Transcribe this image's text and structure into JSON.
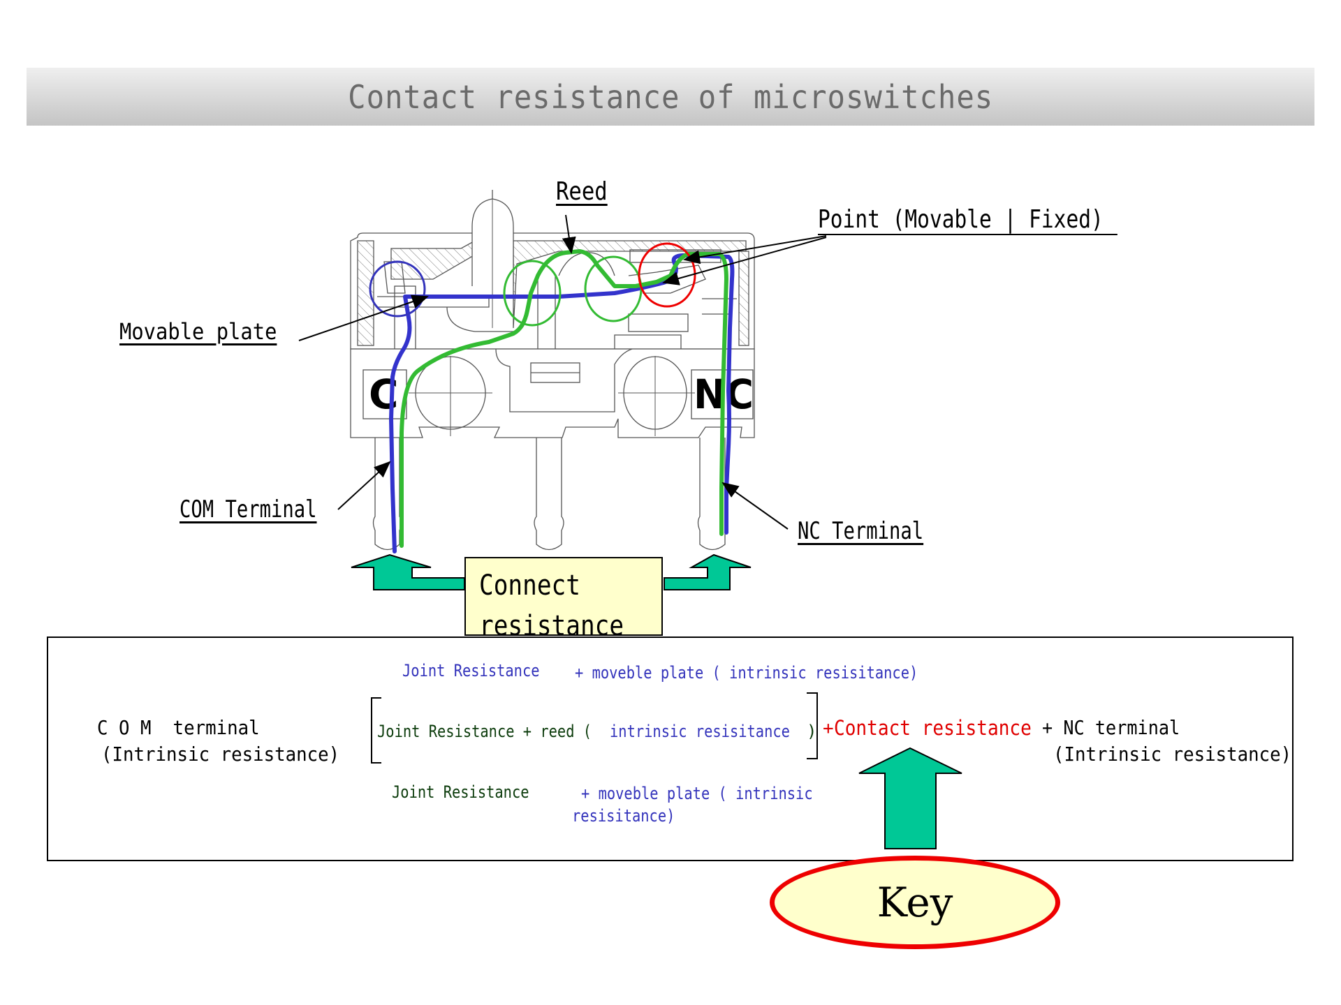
{
  "title": "Contact resistance of microswitches",
  "colors": {
    "title_bar_top": "#efefef",
    "title_bar_bottom": "#c4c4c4",
    "title_text": "#6a6a6a",
    "path_blue": "#3333cc",
    "path_green": "#33bb33",
    "highlight_red": "#ee0000",
    "arrow_fill": "#00c896",
    "box_fill": "#ffffcc",
    "formula_blue": "#3333bb",
    "formula_dark_green": "#0b3b0b",
    "formula_red": "#e00000"
  },
  "diagram": {
    "labels": {
      "reed": "Reed",
      "point": "Point (Movable | Fixed)",
      "movable_plate": "Movable plate",
      "com_terminal": "COM Terminal",
      "nc_terminal": "NC Terminal"
    },
    "terminal_marks": {
      "c": "C",
      "nc": "NC"
    },
    "connect_resistance": {
      "line1": "Connect",
      "line2": "resistance"
    }
  },
  "formula": {
    "com_terminal_line1": "C O M  terminal",
    "com_terminal_line2": "(Intrinsic resistance)",
    "top_joint": "Joint Resistance",
    "top_plus_plate": "+ moveble plate ( intrinsic resisitance)",
    "middle_joint": "Joint Resistance + reed (",
    "middle_intrinsic": "intrinsic resisitance",
    "middle_close": ")",
    "plus_contact": "+",
    "contact_resistance": "Contact resistance",
    "plus_nc": "+ NC terminal",
    "nc_intrinsic": "(Intrinsic resistance)",
    "bottom_joint": "Joint Resistance",
    "bottom_plus_plate": "+ moveble plate ( intrinsic",
    "bottom_resistance": "resisitance)"
  },
  "key_label": "Key"
}
